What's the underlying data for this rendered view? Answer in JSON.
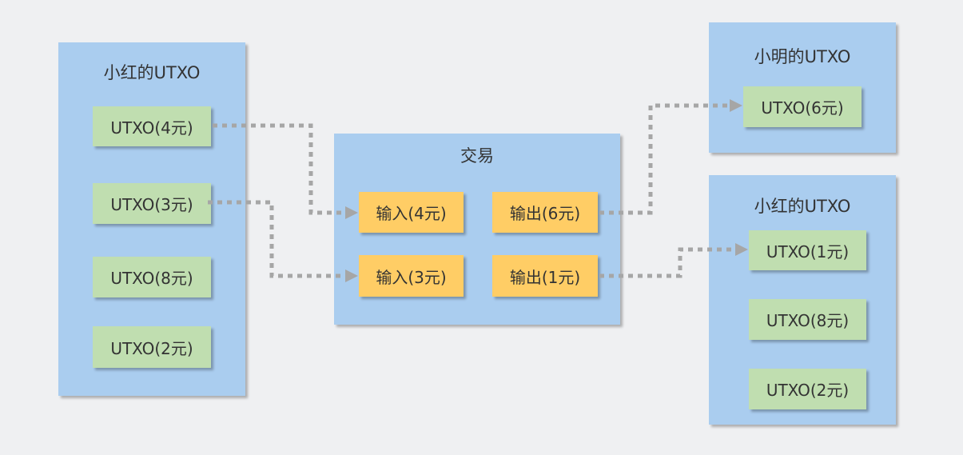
{
  "colors": {
    "container": "#aacdef",
    "utxo": "#c0deb0",
    "io": "#ffcd65",
    "arrow": "#a6a6a6"
  },
  "left": {
    "title": "小红的UTXO",
    "items": [
      "UTXO(4元)",
      "UTXO(3元)",
      "UTXO(8元)",
      "UTXO(2元)"
    ]
  },
  "tx": {
    "title": "交易",
    "inputs": [
      "输入(4元)",
      "输入(3元)"
    ],
    "outputs": [
      "输出(6元)",
      "输出(1元)"
    ]
  },
  "right_top": {
    "title": "小明的UTXO",
    "items": [
      "UTXO(6元)"
    ]
  },
  "right_bottom": {
    "title": "小红的UTXO",
    "items": [
      "UTXO(1元)",
      "UTXO(8元)",
      "UTXO(2元)"
    ]
  }
}
